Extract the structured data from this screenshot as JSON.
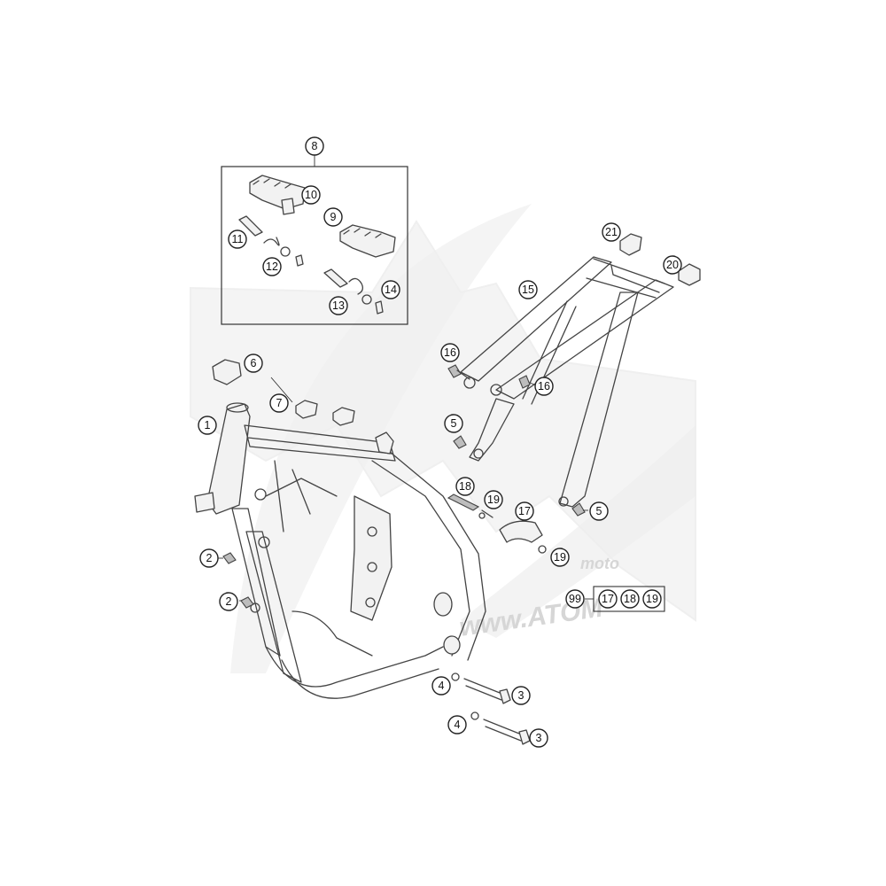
{
  "watermark": {
    "brand": "moto",
    "url": "www.ATOM"
  },
  "callouts": [
    {
      "id": "c1",
      "label": "1"
    },
    {
      "id": "c2a",
      "label": "2"
    },
    {
      "id": "c2b",
      "label": "2"
    },
    {
      "id": "c3a",
      "label": "3"
    },
    {
      "id": "c3b",
      "label": "3"
    },
    {
      "id": "c4a",
      "label": "4"
    },
    {
      "id": "c4b",
      "label": "4"
    },
    {
      "id": "c5a",
      "label": "5"
    },
    {
      "id": "c5b",
      "label": "5"
    },
    {
      "id": "c6",
      "label": "6"
    },
    {
      "id": "c7",
      "label": "7"
    },
    {
      "id": "c8",
      "label": "8"
    },
    {
      "id": "c9",
      "label": "9"
    },
    {
      "id": "c10",
      "label": "10"
    },
    {
      "id": "c11",
      "label": "11"
    },
    {
      "id": "c12",
      "label": "12"
    },
    {
      "id": "c13",
      "label": "13"
    },
    {
      "id": "c14",
      "label": "14"
    },
    {
      "id": "c15",
      "label": "15"
    },
    {
      "id": "c16a",
      "label": "16"
    },
    {
      "id": "c16b",
      "label": "16"
    },
    {
      "id": "c17",
      "label": "17"
    },
    {
      "id": "c18",
      "label": "18"
    },
    {
      "id": "c19a",
      "label": "19"
    },
    {
      "id": "c19b",
      "label": "19"
    },
    {
      "id": "c20",
      "label": "20"
    },
    {
      "id": "c21",
      "label": "21"
    }
  ],
  "kit": {
    "label": "99",
    "items": [
      "17",
      "18",
      "19"
    ]
  }
}
